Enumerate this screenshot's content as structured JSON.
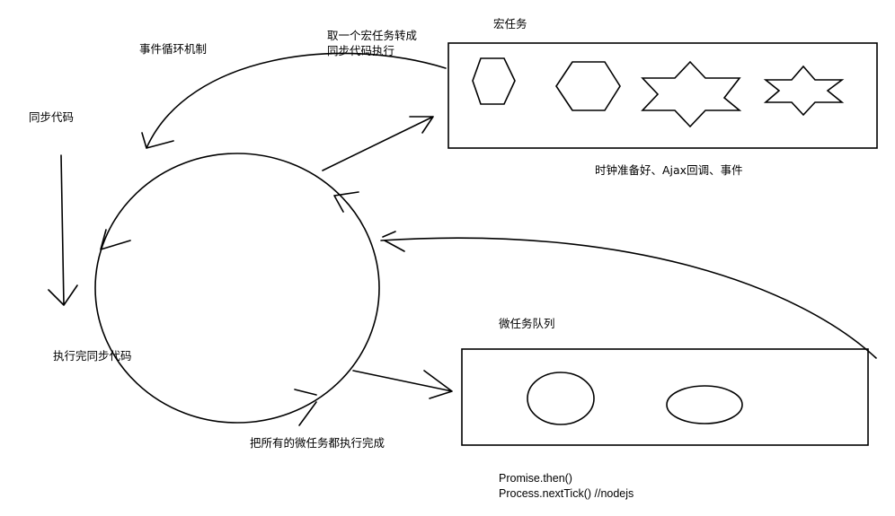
{
  "labels": {
    "event_loop": "事件循环机制",
    "sync_code": "同步代码",
    "take_macro_line1": "取一个宏任务转成",
    "take_macro_line2": "同步代码执行",
    "macro_task": "宏任务",
    "macro_sources": "时钟准备好、Ajax回调、事件",
    "micro_queue": "微任务队列",
    "sync_done": "执行完同步代码",
    "run_all_micro": "把所有的微任务都执行完成",
    "promise_then": "Promise.then()",
    "process_tick": "Process.nextTick()  //nodejs"
  },
  "icons": {
    "macro_shapes": [
      "small-hexagon",
      "hexagon",
      "six-point-star",
      "six-point-star-small"
    ],
    "micro_shapes": [
      "circle",
      "ellipse"
    ]
  }
}
